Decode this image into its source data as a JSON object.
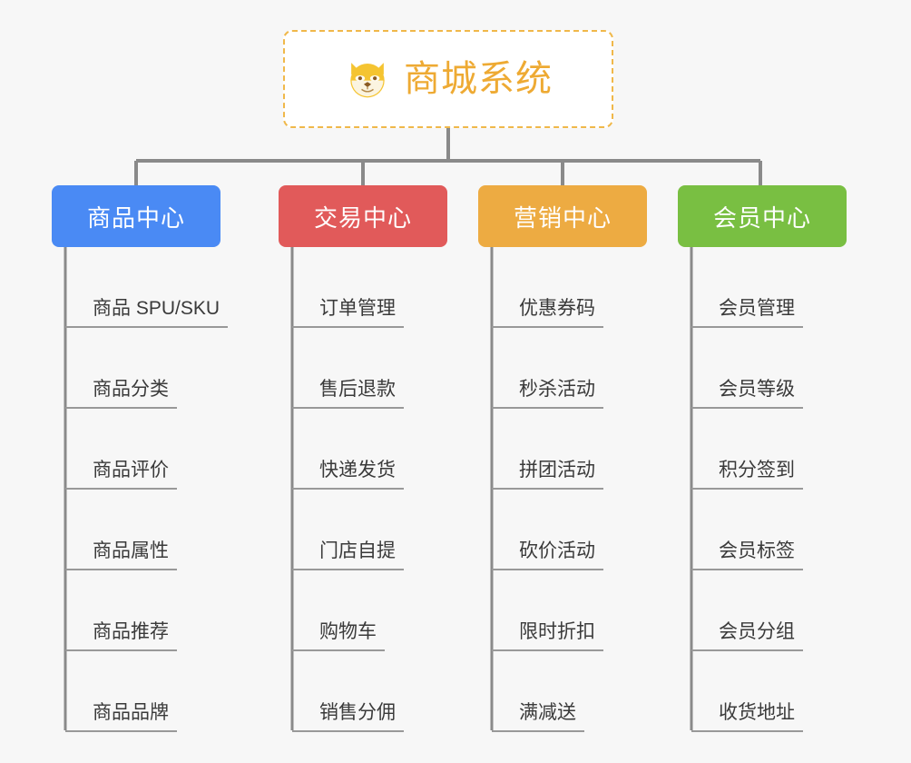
{
  "page": {
    "background_color": "#f7f7f7",
    "type": "mindmap"
  },
  "root": {
    "title": "商城系统",
    "icon": "shiba-dog-face-icon",
    "text_color": "#eeaa33",
    "border_color": "#f0b84a",
    "background_color": "#ffffff"
  },
  "connector": {
    "color": "#8a8a8a",
    "leaf_line_color": "#999999"
  },
  "categories": [
    {
      "label": "商品中心",
      "color": "#4a8af4",
      "items": [
        "商品 SPU/SKU",
        "商品分类",
        "商品评价",
        "商品属性",
        "商品推荐",
        "商品品牌"
      ]
    },
    {
      "label": "交易中心",
      "color": "#e15a5a",
      "items": [
        "订单管理",
        "售后退款",
        "快递发货",
        "门店自提",
        "购物车",
        "销售分佣"
      ]
    },
    {
      "label": "营销中心",
      "color": "#edab42",
      "items": [
        "优惠券码",
        "秒杀活动",
        "拼团活动",
        "砍价活动",
        "限时折扣",
        "满减送"
      ]
    },
    {
      "label": "会员中心",
      "color": "#79bf42",
      "items": [
        "会员管理",
        "会员等级",
        "积分签到",
        "会员标签",
        "会员分组",
        "收货地址"
      ]
    }
  ]
}
